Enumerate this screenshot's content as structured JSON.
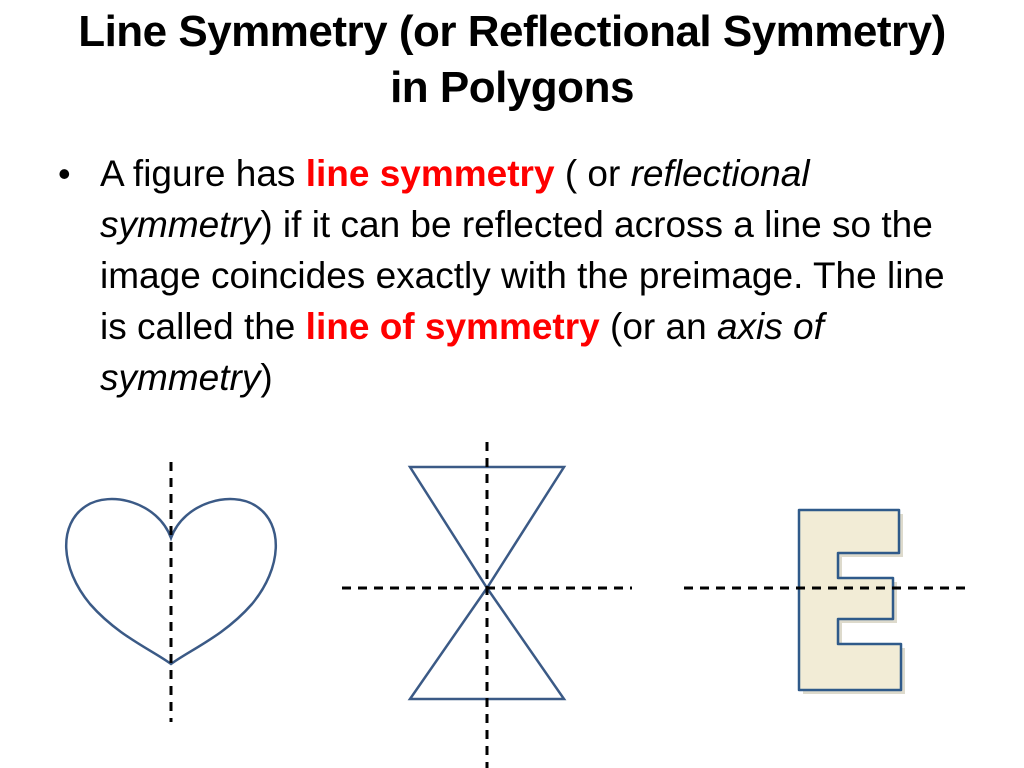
{
  "slide": {
    "title_line1": "Line Symmetry (or Reflectional Symmetry)",
    "title_line2": "in Polygons",
    "bullet": {
      "t1": "A figure has ",
      "term1": "line symmetry",
      "t2": " ( or ",
      "term1_alt": "reflectional symmetry",
      "t3": ") if it can be reflected across a line so the image coincides exactly with the preimage. The line is called the ",
      "term2": "line of symmetry",
      "t4": " (or an ",
      "term2_alt": "axis of symmetry",
      "t5": ")"
    },
    "figures": {
      "heart_icon": "heart-shape",
      "hourglass_icon": "hourglass-shape",
      "letter": "E"
    },
    "colors": {
      "figure_stroke": "#3b5a86",
      "highlight": "#ff0000",
      "letter_fill": "#f2ecd6",
      "letter_stroke": "#2f5a8a"
    }
  }
}
